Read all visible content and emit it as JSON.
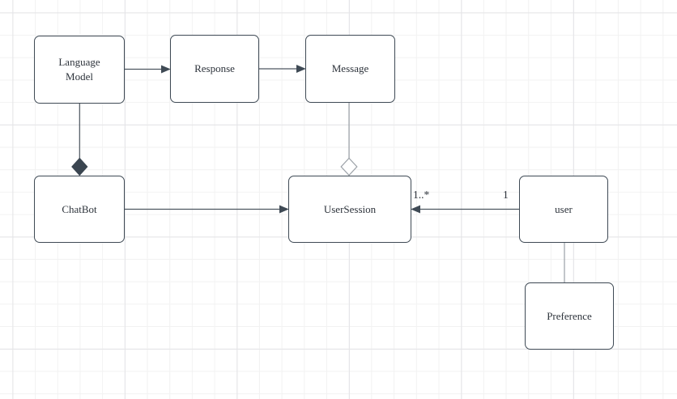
{
  "canvas": {
    "background": "#ffffff",
    "grid_minor_color": "#f2f2f2",
    "grid_major_color": "#e4e4e7"
  },
  "diagram": {
    "colors": {
      "node_fill": "#ffffff",
      "node_stroke": "#3f4a55",
      "edge_dark": "#4d5660",
      "edge_gray": "#9aa0a6",
      "text": "#2d333b"
    },
    "nodes": [
      {
        "id": "language-model",
        "label": "Language Model"
      },
      {
        "id": "response",
        "label": "Response"
      },
      {
        "id": "message",
        "label": "Message"
      },
      {
        "id": "chatbot",
        "label": "ChatBot"
      },
      {
        "id": "usersession",
        "label": "UserSession"
      },
      {
        "id": "user",
        "label": "user"
      },
      {
        "id": "preference",
        "label": "Preference"
      }
    ],
    "edges": [
      {
        "from": "Language Model",
        "to": "Response",
        "type": "directed-association",
        "arrow": "filled-arrow-at-response"
      },
      {
        "from": "Response",
        "to": "Message",
        "type": "directed-association",
        "arrow": "filled-arrow-at-message"
      },
      {
        "from": "Language Model",
        "to": "ChatBot",
        "type": "composition",
        "diamond": "filled-diamond-at-chatbot"
      },
      {
        "from": "Message",
        "to": "UserSession",
        "type": "aggregation",
        "diamond": "hollow-diamond-at-usersession"
      },
      {
        "from": "ChatBot",
        "to": "UserSession",
        "type": "directed-association",
        "arrow": "filled-arrow-at-usersession"
      },
      {
        "from": "user",
        "to": "UserSession",
        "type": "directed-association",
        "arrow": "filled-arrow-at-usersession",
        "target_multiplicity": "1..*",
        "source_multiplicity": "1"
      },
      {
        "from": "user",
        "to": "Preference",
        "type": "association"
      }
    ]
  }
}
